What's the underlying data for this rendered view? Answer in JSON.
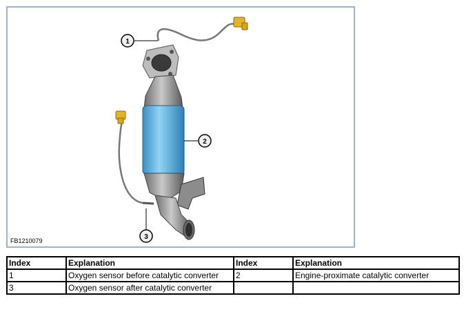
{
  "figure": {
    "id_label": "FB1210079",
    "callouts": [
      "1",
      "2",
      "3"
    ]
  },
  "legend": {
    "headers": [
      "Index",
      "Explanation",
      "Index",
      "Explanation"
    ],
    "rows": [
      [
        "1",
        "Oxygen sensor before catalytic converter",
        "2",
        "Engine-proximate catalytic converter"
      ],
      [
        "3",
        "Oxygen sensor after catalytic converter",
        "",
        ""
      ]
    ]
  },
  "colors": {
    "frame": "#9eb5c8",
    "converter_blue": "#5bb8e8",
    "connector_yellow": "#e6b422"
  }
}
